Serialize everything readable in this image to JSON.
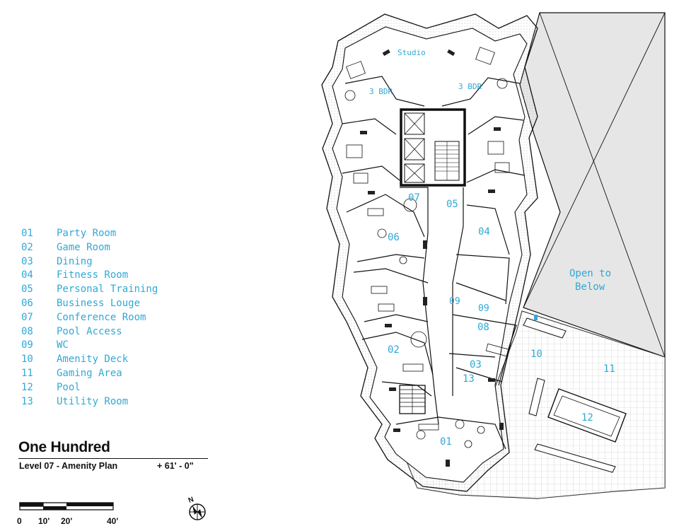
{
  "legend": [
    {
      "num": "01",
      "name": "Party Room"
    },
    {
      "num": "02",
      "name": "Game Room"
    },
    {
      "num": "03",
      "name": "Dining"
    },
    {
      "num": "04",
      "name": "Fitness Room"
    },
    {
      "num": "05",
      "name": "Personal Training"
    },
    {
      "num": "06",
      "name": "Business Louge"
    },
    {
      "num": "07",
      "name": "Conference Room"
    },
    {
      "num": "08",
      "name": "Pool Access"
    },
    {
      "num": "09",
      "name": "WC"
    },
    {
      "num": "10",
      "name": "Amenity Deck"
    },
    {
      "num": "11",
      "name": "Gaming Area"
    },
    {
      "num": "12",
      "name": "Pool"
    },
    {
      "num": "13",
      "name": "Utility Room"
    }
  ],
  "title_block": {
    "project": "One Hundred",
    "plan": "Level 07 - Amenity Plan",
    "elevation": "+ 61' - 0\""
  },
  "scale_bar": {
    "ticks": [
      "0",
      "10'",
      "20'",
      "40'"
    ]
  },
  "north_arrow": {
    "label": "N"
  },
  "plan_labels": {
    "studio": "Studio",
    "bdr_left": "3 BDR",
    "bdr_right": "3 BDR",
    "open_below_1": "Open to",
    "open_below_2": "Below",
    "r01": "01",
    "r02": "02",
    "r03": "03",
    "r04": "04",
    "r05": "05",
    "r06": "06",
    "r07": "07",
    "r08": "08",
    "r09a": "09",
    "r09b": "09",
    "r10": "10",
    "r11": "11",
    "r12": "12",
    "r13": "13"
  },
  "colors": {
    "label": "#2fa9d6",
    "line": "#111111",
    "hatch": "#9a9a9a"
  }
}
